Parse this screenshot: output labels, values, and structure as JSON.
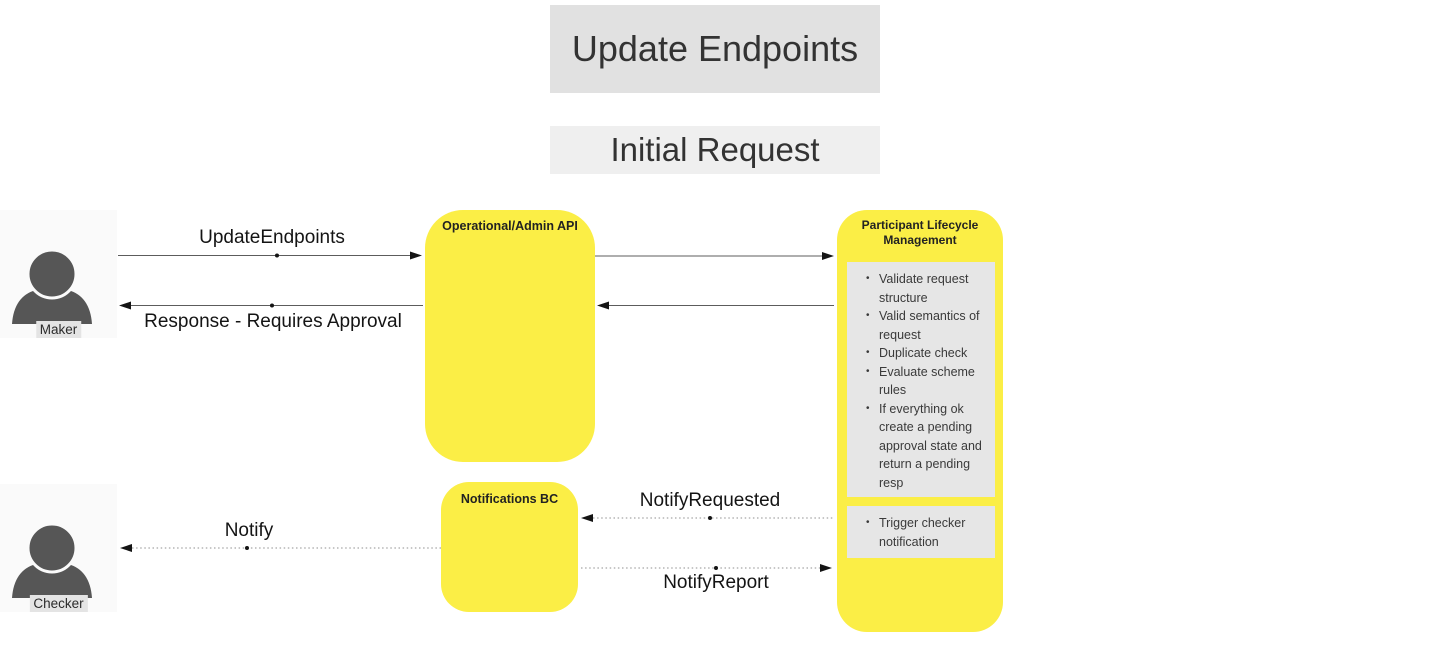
{
  "diagram": {
    "title": "Update Endpoints",
    "subtitle": "Initial Request",
    "actors": {
      "maker": {
        "label": "Maker"
      },
      "checker": {
        "label": "Checker"
      }
    },
    "nodes": {
      "admin_api": {
        "title": "Operational/Admin API"
      },
      "plm": {
        "title_line1": "Participant Lifecycle",
        "title_line2": "Management",
        "validation_tasks": [
          "Validate request structure",
          "Valid semantics of request",
          "Duplicate check",
          "Evaluate scheme rules",
          "If everything ok create a pending approval state and return a pending resp"
        ],
        "notification_tasks": [
          "Trigger checker notification"
        ]
      },
      "notifications_bc": {
        "title": "Notifications BC"
      }
    },
    "messages": {
      "update_endpoints": {
        "label": "UpdateEndpoints",
        "from": "Maker",
        "to": "Operational/Admin API",
        "style": "solid"
      },
      "response_requires_approval": {
        "label": "Response - Requires Approval",
        "from": "Operational/Admin API",
        "to": "Maker",
        "style": "solid"
      },
      "notify_requested": {
        "label": "NotifyRequested",
        "from": "Participant Lifecycle Management",
        "to": "Notifications BC",
        "style": "dotted"
      },
      "notify": {
        "label": "Notify",
        "from": "Notifications BC",
        "to": "Checker",
        "style": "dotted"
      },
      "notify_report": {
        "label": "NotifyReport",
        "from": "Notifications BC",
        "to": "Participant Lifecycle Management",
        "style": "dotted"
      }
    },
    "colors": {
      "node_fill": "#fbee46",
      "panel_fill": "#e6e6e6",
      "title_box_fill": "#e1e1e1",
      "subtitle_box_fill": "#efefef",
      "actor_box_fill": "#fafafa",
      "actor_icon_fill": "#565656",
      "label_highlight": "#e4e4e4",
      "solid_line": "#5c5c5c",
      "dotted_line": "#8f8f8f",
      "text_dark": "#141414"
    }
  }
}
